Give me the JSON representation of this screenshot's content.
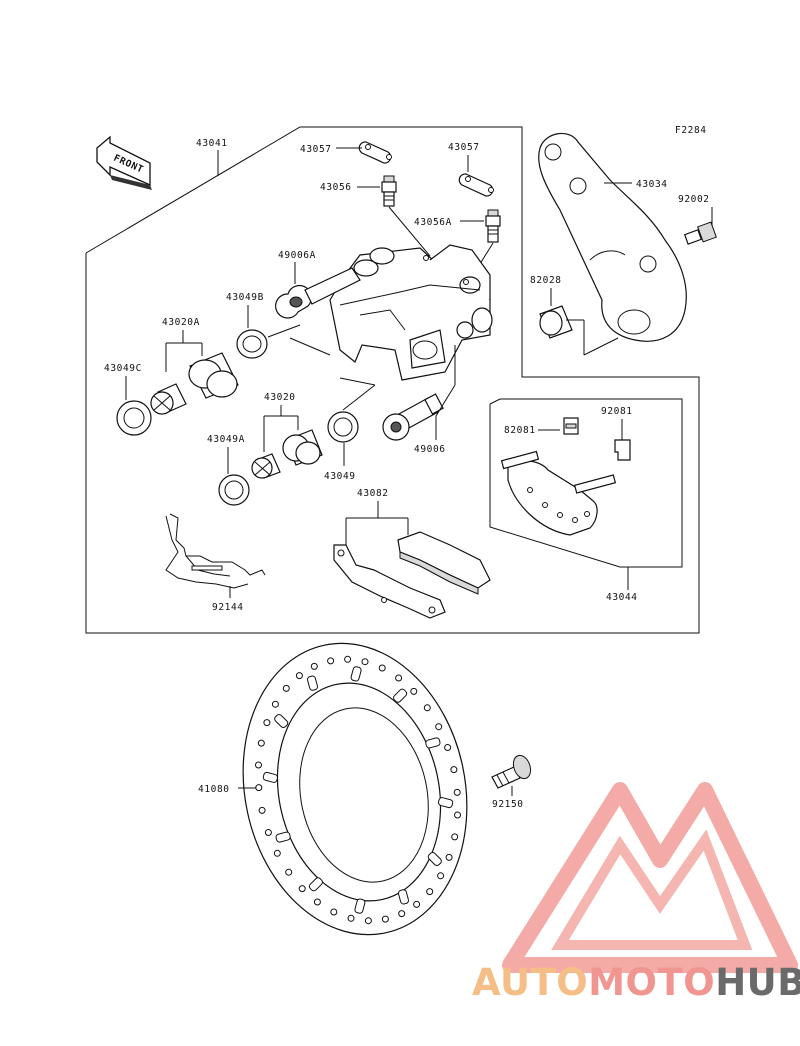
{
  "figure_code": "F2284",
  "front_label": "FRONT",
  "labels": {
    "p43041": "43041",
    "p43057a": "43057",
    "p43057b": "43057",
    "p43056": "43056",
    "p43056A": "43056A",
    "p43034": "43034",
    "p92002": "92002",
    "p49006A": "49006A",
    "p43049B": "43049B",
    "p43020A": "43020A",
    "p82028": "82028",
    "p43049C": "43049C",
    "p43020": "43020",
    "p49006": "49006",
    "p43049A": "43049A",
    "p43049": "43049",
    "p82081a": "82081",
    "p82081b": "92081",
    "p43082": "43082",
    "p92144": "92144",
    "p43044": "43044",
    "p41080": "41080",
    "p92150": "92150"
  },
  "watermark": {
    "part1": "AUTO",
    "part2": "MOTO",
    "part3": "HUB",
    "color1": "#f5b87a",
    "color2": "#f08a84",
    "color3": "#5a5a5a"
  }
}
